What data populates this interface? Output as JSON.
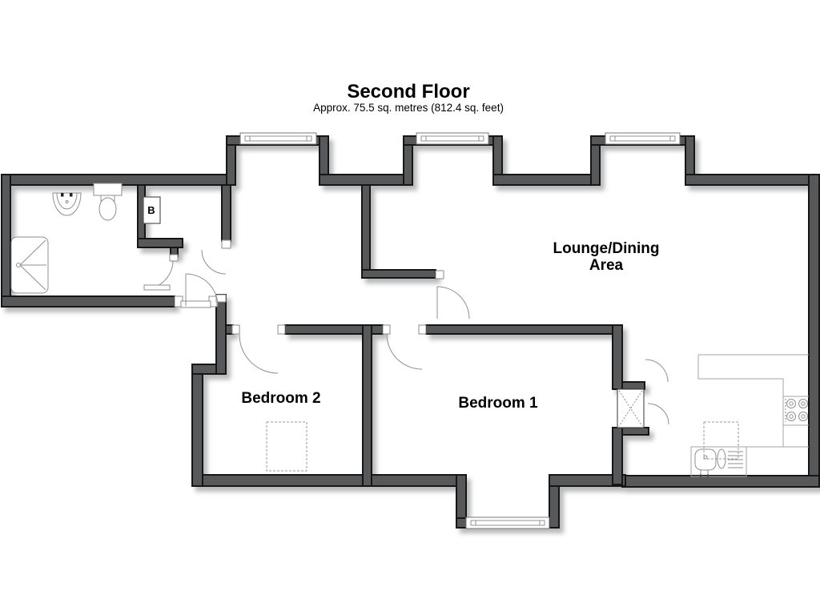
{
  "title": "Second Floor",
  "subtitle": "Approx. 75.5 sq. metres (812.4 sq. feet)",
  "rooms": {
    "lounge": {
      "label_line1": "Lounge/Dining",
      "label_line2": "Area"
    },
    "bedroom1": {
      "label": "Bedroom 1"
    },
    "bedroom2": {
      "label": "Bedroom 2"
    },
    "boiler_cupboard": {
      "label": "B"
    }
  },
  "fixtures": {
    "bathroom": [
      "shower-bath",
      "wash-basin",
      "toilet"
    ],
    "kitchen": [
      "worktop",
      "hob",
      "sink-drainer",
      "appliance-space"
    ],
    "bedroom2": [
      "appliance-space"
    ],
    "windows_count": 4,
    "doors_count": 8
  },
  "colors": {
    "wall": "#57585a",
    "wall_outline": "#141414",
    "fixture_line": "#8f8f8f",
    "text": "#000000",
    "background": "#ffffff"
  }
}
